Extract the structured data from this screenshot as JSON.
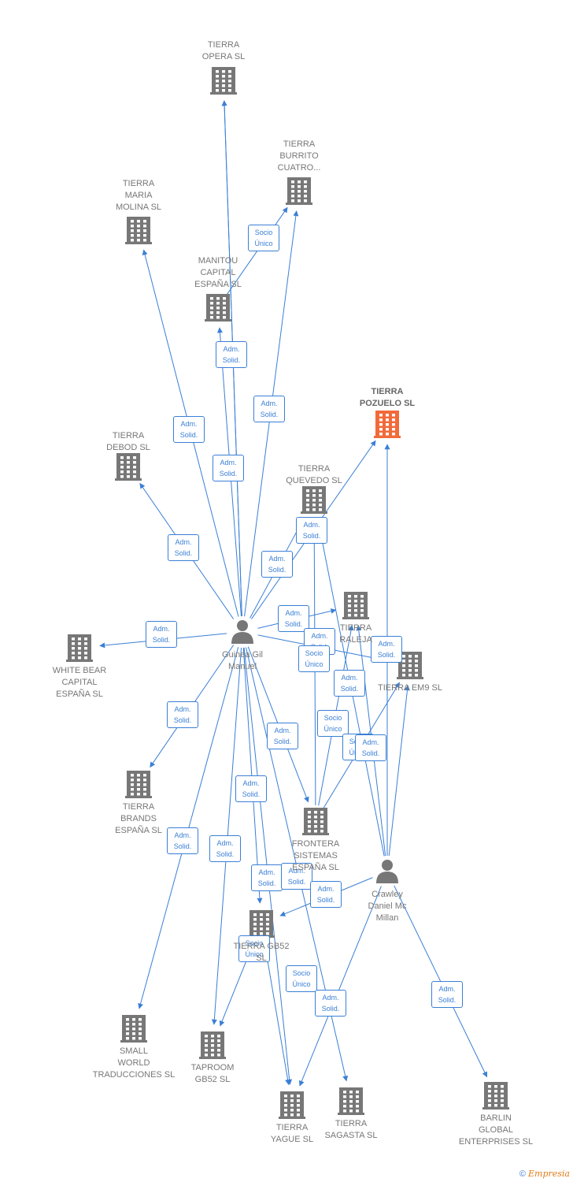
{
  "colors": {
    "edge": "#3a7fd6",
    "company": "#777777",
    "focus": "#f26a3a",
    "person": "#777777"
  },
  "nodes": [
    {
      "id": "opera",
      "label": "TIERRA\nOPERA  SL",
      "type": "company"
    },
    {
      "id": "burrito",
      "label": "TIERRA\nBURRITO\nCUATRO...",
      "type": "company"
    },
    {
      "id": "maria",
      "label": "TIERRA\nMARIA\nMOLINA  SL",
      "type": "company"
    },
    {
      "id": "manitou",
      "label": "MANITOU\nCAPITAL\nESPAÑA  SL",
      "type": "company"
    },
    {
      "id": "pozuelo",
      "label": "TIERRA\nPOZUELO  SL",
      "type": "focus"
    },
    {
      "id": "debod",
      "label": "TIERRA\nDEBOD  SL",
      "type": "company"
    },
    {
      "id": "quevedo",
      "label": "TIERRA\nQUEVEDO  SL",
      "type": "company"
    },
    {
      "id": "raleja",
      "label": "TIERRA\nRALEJA",
      "type": "company"
    },
    {
      "id": "em9",
      "label": "TIERRA EM9  SL",
      "type": "company"
    },
    {
      "id": "whitebear",
      "label": "WHITE BEAR\nCAPITAL\nESPAÑA  SL",
      "type": "company"
    },
    {
      "id": "guinea",
      "label": "Guinea Gil\nManuel",
      "type": "person"
    },
    {
      "id": "brands",
      "label": "TIERRA\nBRANDS\nESPAÑA  SL",
      "type": "company"
    },
    {
      "id": "frontera",
      "label": "FRONTERA\nSISTEMAS\nESPAÑA SL",
      "type": "company"
    },
    {
      "id": "gb52",
      "label": "TIERRA GB52\nSL",
      "type": "company"
    },
    {
      "id": "crawley",
      "label": "Crawley\nDaniel Mc\nMillan",
      "type": "person"
    },
    {
      "id": "small",
      "label": "SMALL\nWORLD\nTRADUCCIONES SL",
      "type": "company"
    },
    {
      "id": "taproom",
      "label": "TAPROOM\nGB52  SL",
      "type": "company"
    },
    {
      "id": "yague",
      "label": "TIERRA\nYAGUE  SL",
      "type": "company"
    },
    {
      "id": "sagasta",
      "label": "TIERRA\nSAGASTA  SL",
      "type": "company"
    },
    {
      "id": "barlin",
      "label": "BARLIN\nGLOBAL\nENTERPRISES SL",
      "type": "company"
    }
  ],
  "edges": [
    {
      "from": "guinea",
      "to": "opera",
      "label": ""
    },
    {
      "from": "manitou",
      "to": "burrito",
      "label": "Socio\nÚnico"
    },
    {
      "from": "guinea",
      "to": "burrito",
      "label": "Adm.\nSolid."
    },
    {
      "from": "guinea",
      "to": "maria",
      "label": "Adm.\nSolid."
    },
    {
      "from": "guinea",
      "to": "manitou",
      "label": "Adm.\nSolid."
    },
    {
      "from": "guinea",
      "to": "opera",
      "label": "Adm.\nSolid."
    },
    {
      "from": "guinea",
      "to": "debod",
      "label": "Adm.\nSolid."
    },
    {
      "from": "guinea",
      "to": "quevedo",
      "label": "Adm.\nSolid."
    },
    {
      "from": "guinea",
      "to": "pozuelo",
      "label": "Adm.\nSolid."
    },
    {
      "from": "guinea",
      "to": "raleja",
      "label": "Adm.\nSolid."
    },
    {
      "from": "guinea",
      "to": "em9",
      "label": "Adm.\nSolid."
    },
    {
      "from": "guinea",
      "to": "whitebear",
      "label": "Adm.\nSolid."
    },
    {
      "from": "guinea",
      "to": "brands",
      "label": "Adm.\nSolid."
    },
    {
      "from": "guinea",
      "to": "frontera",
      "label": "Adm.\nSolid."
    },
    {
      "from": "guinea",
      "to": "gb52",
      "label": "Adm.\nSolid."
    },
    {
      "from": "guinea",
      "to": "small",
      "label": "Adm.\nSolid."
    },
    {
      "from": "guinea",
      "to": "taproom",
      "label": "Adm.\nSolid."
    },
    {
      "from": "guinea",
      "to": "yague",
      "label": "Adm.\nSolid."
    },
    {
      "from": "frontera",
      "to": "quevedo",
      "label": "Socio\nÚnico"
    },
    {
      "from": "frontera",
      "to": "raleja",
      "label": "Socio\nÚnico"
    },
    {
      "from": "frontera",
      "to": "em9",
      "label": "Socio\nÚnico"
    },
    {
      "from": "gb52",
      "to": "taproom",
      "label": "Socio\nÚnico"
    },
    {
      "from": "gb52",
      "to": "yague",
      "label": "Socio\nÚnico"
    },
    {
      "from": "crawley",
      "to": "pozuelo",
      "label": "Adm.\nSolid."
    },
    {
      "from": "crawley",
      "to": "quevedo",
      "label": "Adm.\nSolid."
    },
    {
      "from": "crawley",
      "to": "raleja",
      "label": "Adm.\nSolid."
    },
    {
      "from": "crawley",
      "to": "em9",
      "label": "Adm.\nSolid."
    },
    {
      "from": "crawley",
      "to": "gb52",
      "label": "Adm.\nSolid."
    },
    {
      "from": "crawley",
      "to": "yague",
      "label": "Adm.\nSolid."
    },
    {
      "from": "crawley",
      "to": "barlin",
      "label": "Adm.\nSolid."
    },
    {
      "from": "guinea",
      "to": "sagasta",
      "label": ""
    }
  ],
  "footer": {
    "copyright": "©",
    "brand": "Empresia"
  }
}
